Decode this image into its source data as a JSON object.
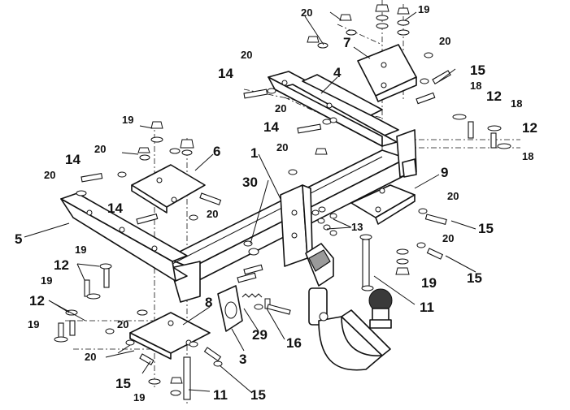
{
  "callouts": {
    "c1": "1",
    "c3": "3",
    "c4": "4",
    "c5": "5",
    "c6": "6",
    "c7": "7",
    "c8": "8",
    "c9": "9",
    "c11a": "11",
    "c11b": "11",
    "c12a": "12",
    "c12b": "12",
    "c12c": "12",
    "c12d": "12",
    "c13": "13",
    "c14a": "14",
    "c14b": "14",
    "c14c": "14",
    "c14d": "14",
    "c15a": "15",
    "c15b": "15",
    "c15c": "15",
    "c15d": "15",
    "c15e": "15",
    "c16": "16",
    "c18a": "18",
    "c18b": "18",
    "c18c": "18",
    "c19a": "19",
    "c19b": "19",
    "c19c": "19",
    "c19d": "19",
    "c19e": "19",
    "c19f": "19",
    "c19g": "19",
    "c20a": "20",
    "c20b": "20",
    "c20c": "20",
    "c20d": "20",
    "c20e": "20",
    "c20f": "20",
    "c20g": "20",
    "c20h": "20",
    "c20i": "20",
    "c20j": "20",
    "c20k": "20",
    "c29": "29",
    "c30": "30"
  }
}
